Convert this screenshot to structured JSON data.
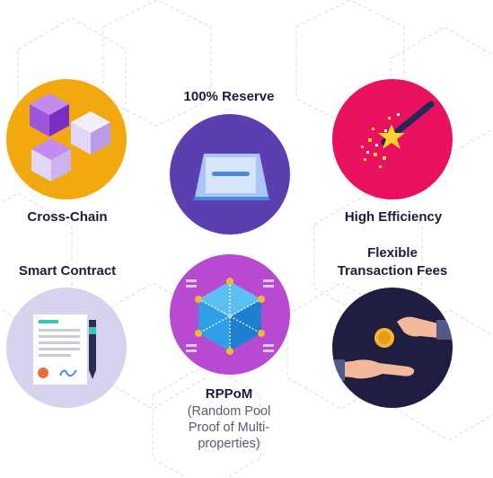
{
  "features": {
    "cross_chain": {
      "title": "Cross-Chain"
    },
    "reserve": {
      "title": "100% Reserve"
    },
    "efficiency": {
      "title": "High Efficiency"
    },
    "smart_contract": {
      "title": "Smart Contract"
    },
    "rppom": {
      "title": "RPPoM",
      "sub1": "(Random Pool",
      "sub2": "Proof of Multi-",
      "sub3": "properties)"
    },
    "fees": {
      "title1": "Flexible",
      "title2": "Transaction Fees"
    }
  },
  "colors": {
    "cross_chain_bg": "#f2a90f",
    "reserve_bg": "#5b3fb0",
    "efficiency_bg": "#e8105f",
    "smart_contract_bg": "#d8d2ef",
    "rppom_bg": "#b74ad0",
    "fees_bg": "#1f1d40"
  },
  "icons": {
    "cross_chain": "cubes-icon",
    "reserve": "card-icon",
    "efficiency": "magic-wand-icon",
    "smart_contract": "contract-pen-icon",
    "rppom": "network-cube-icon",
    "fees": "coin-hands-icon"
  }
}
